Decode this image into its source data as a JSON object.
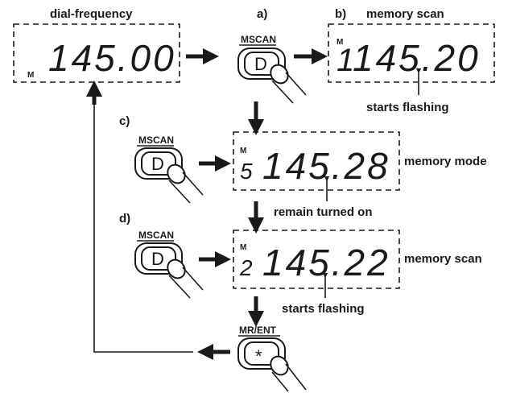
{
  "labels": {
    "dial_frequency": "dial-frequency",
    "step_a": "a)",
    "step_b": "b)",
    "step_c": "c)",
    "step_d": "d)",
    "memory_scan_top": "memory scan",
    "memory_mode": "memory mode",
    "memory_scan_right": "memory scan",
    "starts_flashing_1": "starts flashing",
    "remain_turned_on": "remain turned on",
    "starts_flashing_2": "starts flashing"
  },
  "buttons": {
    "mscan_label": "MSCAN",
    "d_key": "D",
    "mr_ent_label": "MR/ENT",
    "star_key": "*"
  },
  "displays": {
    "dial": {
      "freq": "145.00",
      "indicator": "M"
    },
    "scan_b": {
      "ch": "1",
      "freq": "145.20",
      "indicator": "M"
    },
    "mode_c": {
      "ch": "5",
      "freq": "145.28",
      "indicator": "M"
    },
    "scan_d": {
      "ch": "2",
      "freq": "145.22",
      "indicator": "M"
    }
  }
}
